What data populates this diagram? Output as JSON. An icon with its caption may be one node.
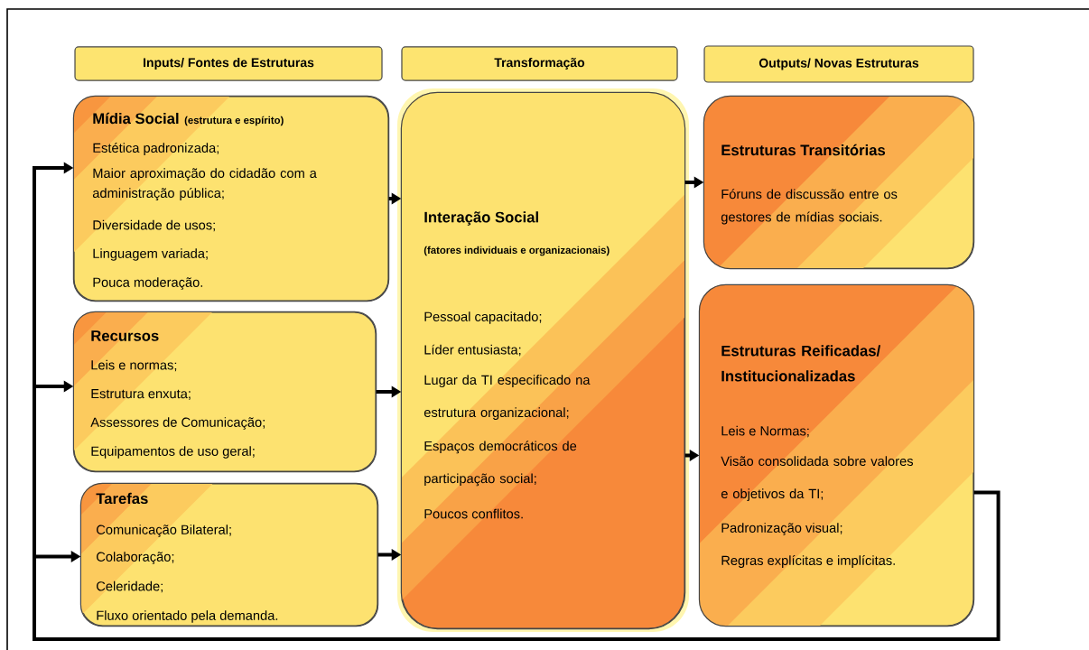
{
  "diagram": {
    "nodes": [
      {
        "text": [
          "Inputs/ Fontes de Estruturas"
        ]
      },
      {
        "text": [
          "Transformação"
        ]
      },
      {
        "text": [
          "Outputs/ Novas Estruturas"
        ]
      },
      {
        "text": [
          "Mídia Social",
          "(estrutura e espírito)",
          "Estética padronizada;",
          "Maior aproximação do cidadão com a administração pública;",
          "Diversidade de usos;",
          "Linguagem variada;",
          "Pouca moderação."
        ]
      },
      {
        "text": [
          "Recursos",
          "Leis e normas;",
          "Estrutura enxuta;",
          "Assessores de Comunicação;",
          "Equipamentos de uso geral;"
        ]
      },
      {
        "text": [
          "Tarefas",
          "Comunicação Bilateral;",
          "Colaboração;",
          "Celeridade;",
          "Fluxo orientado pela demanda."
        ]
      },
      {
        "text": [
          "Interação Social",
          "(fatores individuais e organizacionais)",
          "Pessoal capacitado;",
          "Líder entusiasta;",
          "Lugar da TI especificado na estrutura organizacional;",
          "Espaços democráticos de participação social;",
          "Poucos conflitos."
        ]
      },
      {
        "text": [
          "Estruturas Transitórias",
          "Fóruns de discussão entre os gestores de mídias sociais."
        ]
      },
      {
        "text": [
          "Estruturas Reificadas/ Institucionalizadas",
          "Leis e Normas;",
          "Visão consolidada sobre valores e objetivos da TI;",
          "Padronização visual;",
          "Regras explícitas e implícitas."
        ]
      }
    ],
    "edges": [
      {
        "from": 3,
        "to": 6,
        "arrow": "to"
      },
      {
        "from": 4,
        "to": 6,
        "arrow": "to"
      },
      {
        "from": 5,
        "to": 6,
        "arrow": "to"
      },
      {
        "from": 6,
        "to": 7,
        "arrow": "to"
      },
      {
        "from": 6,
        "to": 8,
        "arrow": "to"
      },
      {
        "from": 8,
        "to": 3,
        "arrow": "to"
      },
      {
        "from": 8,
        "to": 4,
        "arrow": "to"
      },
      {
        "from": 8,
        "to": 5,
        "arrow": "to"
      }
    ]
  }
}
